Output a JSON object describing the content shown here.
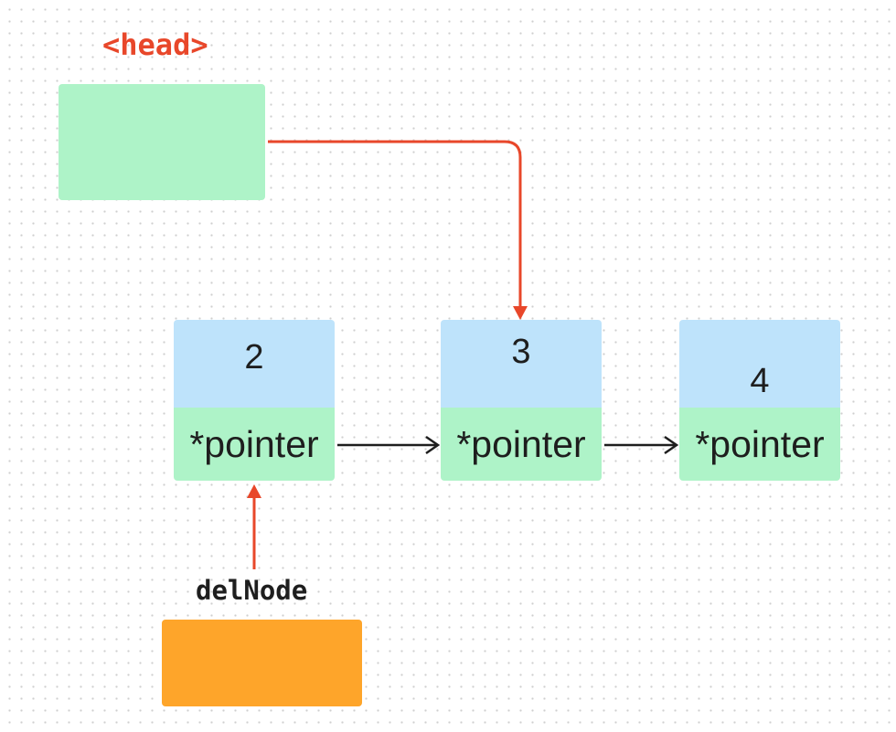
{
  "head": {
    "label": "<head>"
  },
  "nodes": [
    {
      "value": "2",
      "pointer": "*pointer"
    },
    {
      "value": "3",
      "pointer": "*pointer"
    },
    {
      "value": "4",
      "pointer": "*pointer"
    }
  ],
  "del_node": {
    "label": "delNode"
  },
  "colors": {
    "head_accent": "#e8472a",
    "value_cell": "#bee3fb",
    "pointer_cell": "#aef3c8",
    "del_node_box": "#fea52a",
    "ink": "#1e1e1e"
  }
}
